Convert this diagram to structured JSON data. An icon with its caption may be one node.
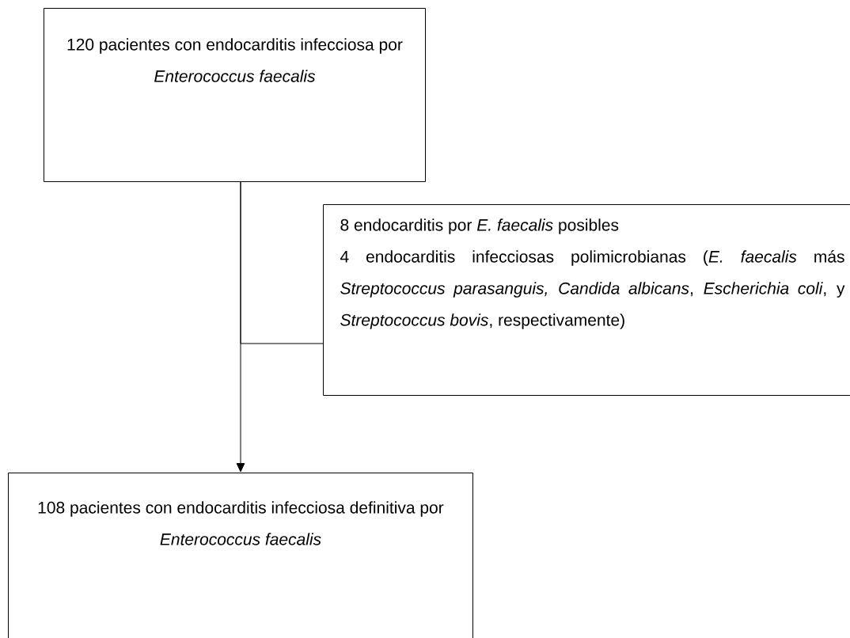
{
  "diagram": {
    "nodes": [
      {
        "text": [
          "120 pacientes con endocarditis infecciosa por *Enterococcus faecalis*"
        ]
      },
      {
        "text": [
          "8 endocarditis por *E. faecalis* posibles",
          "4 endocarditis infecciosas polimicrobianas (*E. faecalis* más *Streptococcus parasanguis, Candida albicans*, *Escherichia coli*, y *Streptococcus bovis*, respectivamente)"
        ]
      },
      {
        "text": [
          "108 pacientes con endocarditis infecciosa definitiva por *Enterococcus faecalis*"
        ]
      }
    ],
    "edges": [
      {
        "from": 0,
        "to": 2,
        "arrow": "to"
      },
      {
        "from": 0,
        "to": 1,
        "arrow": "none"
      }
    ]
  }
}
